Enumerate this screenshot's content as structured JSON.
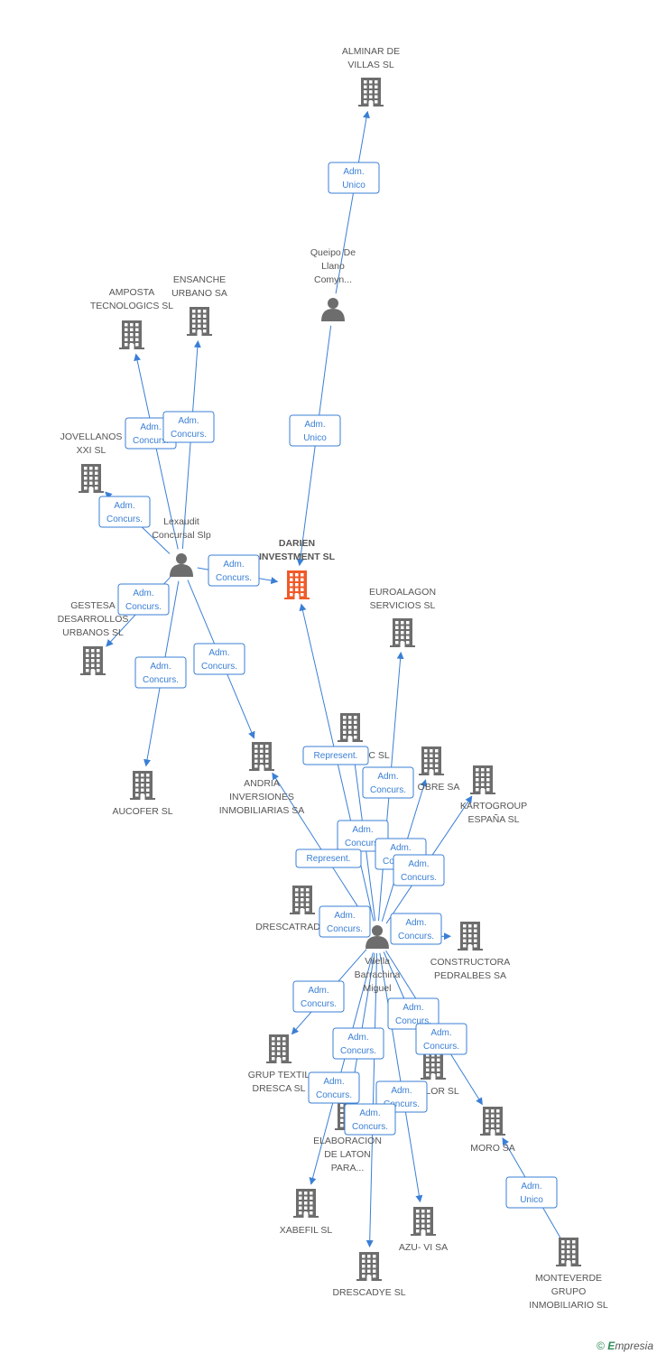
{
  "colors": {
    "building": "#6d6d6d",
    "focus": "#f05a28",
    "person": "#6d6d6d",
    "edge": "#3a7fd5"
  },
  "nodes": [
    {
      "id": "alminar",
      "kind": "company",
      "lines": [
        "ALMINAR DE",
        "VILLAS SL"
      ]
    },
    {
      "id": "queipo",
      "kind": "person",
      "lines": [
        "Queipo De",
        "Llano",
        "Comyn..."
      ]
    },
    {
      "id": "amposta",
      "kind": "company",
      "lines": [
        "AMPOSTA",
        "TECNOLOGICS SL"
      ]
    },
    {
      "id": "ensanche",
      "kind": "company",
      "lines": [
        "ENSANCHE",
        "URBANO SA"
      ]
    },
    {
      "id": "jovellanos",
      "kind": "company",
      "lines": [
        "JOVELLANOS",
        "XXI SL"
      ]
    },
    {
      "id": "lexaudit",
      "kind": "person",
      "lines": [
        "Lexaudit",
        "Concursal Slp"
      ]
    },
    {
      "id": "darien",
      "kind": "focus",
      "lines": [
        "DARIEN",
        "INVESTMENT SL"
      ]
    },
    {
      "id": "euroalagon",
      "kind": "company",
      "lines": [
        "EUROALAGON",
        "SERVICIOS SL"
      ]
    },
    {
      "id": "gestesa",
      "kind": "company",
      "lines": [
        "GESTESA",
        "DESARROLLOS",
        "URBANOS SL"
      ]
    },
    {
      "id": "aucofer",
      "kind": "company",
      "lines": [
        "AUCOFER SL"
      ]
    },
    {
      "id": "andria",
      "kind": "company",
      "lines": [
        "ANDRIA",
        "INVERSIONES",
        "INMOBILIARIAS SA"
      ]
    },
    {
      "id": "csl",
      "kind": "company",
      "lines": [
        "C SL"
      ]
    },
    {
      "id": "cobre",
      "kind": "company",
      "lines": [
        "OBRE SA"
      ]
    },
    {
      "id": "kartogroup",
      "kind": "company",
      "lines": [
        "KARTOGROUP",
        "ESPAÑA SL"
      ]
    },
    {
      "id": "drescatrad",
      "kind": "company",
      "lines": [
        "DRESCATRAD"
      ]
    },
    {
      "id": "vilella",
      "kind": "person",
      "lines": [
        "Vilella",
        "Barrachina",
        "Miguel"
      ]
    },
    {
      "id": "pedralbes",
      "kind": "company",
      "lines": [
        "CONSTRUCTORA",
        "PEDRALBES SA"
      ]
    },
    {
      "id": "gruptextil",
      "kind": "company",
      "lines": [
        "GRUP TEXTIL",
        "DRESCA SL"
      ]
    },
    {
      "id": "color",
      "kind": "company",
      "lines": [
        "OLOR SL"
      ]
    },
    {
      "id": "elaboracion",
      "kind": "company",
      "lines": [
        "ELABORACION",
        "DE LATON",
        "PARA..."
      ]
    },
    {
      "id": "moro",
      "kind": "company",
      "lines": [
        "MORO SA"
      ]
    },
    {
      "id": "xabefil",
      "kind": "company",
      "lines": [
        "XABEFIL SL"
      ]
    },
    {
      "id": "azuvi",
      "kind": "company",
      "lines": [
        "AZU- VI SA"
      ]
    },
    {
      "id": "drescadye",
      "kind": "company",
      "lines": [
        "DRESCADYE SL"
      ]
    },
    {
      "id": "monteverde",
      "kind": "company",
      "lines": [
        "MONTEVERDE",
        "GRUPO",
        "INMOBILIARIO SL"
      ]
    }
  ],
  "edges": [
    {
      "from": "queipo",
      "to": "alminar",
      "label": [
        "Adm.",
        "Unico"
      ]
    },
    {
      "from": "queipo",
      "to": "darien",
      "label": [
        "Adm.",
        "Unico"
      ]
    },
    {
      "from": "lexaudit",
      "to": "amposta",
      "label": [
        "Adm.",
        "Concurs."
      ]
    },
    {
      "from": "lexaudit",
      "to": "ensanche",
      "label": [
        "Adm.",
        "Concurs."
      ]
    },
    {
      "from": "lexaudit",
      "to": "jovellanos",
      "label": [
        "Adm.",
        "Concurs."
      ]
    },
    {
      "from": "lexaudit",
      "to": "darien",
      "label": [
        "Adm.",
        "Concurs."
      ]
    },
    {
      "from": "lexaudit",
      "to": "gestesa",
      "label": [
        "Adm.",
        "Concurs."
      ]
    },
    {
      "from": "lexaudit",
      "to": "aucofer",
      "label": [
        "Adm.",
        "Concurs."
      ]
    },
    {
      "from": "lexaudit",
      "to": "andria",
      "label": [
        "Adm.",
        "Concurs."
      ]
    },
    {
      "from": "vilella",
      "to": "darien",
      "label": [
        "Represent."
      ]
    },
    {
      "from": "vilella",
      "to": "euroalagon",
      "label": [
        "Adm.",
        "Concurs."
      ]
    },
    {
      "from": "vilella",
      "to": "csl",
      "label": [
        "Adm.",
        "Concurs."
      ]
    },
    {
      "from": "vilella",
      "to": "cobre",
      "label": [
        "Adm.",
        "Concurs."
      ]
    },
    {
      "from": "vilella",
      "to": "kartogroup",
      "label": [
        "Adm.",
        "Concurs."
      ]
    },
    {
      "from": "vilella",
      "to": "andria",
      "label": [
        "Represent."
      ]
    },
    {
      "from": "vilella",
      "to": "drescatrad",
      "label": [
        "Adm.",
        "Concurs."
      ]
    },
    {
      "from": "vilella",
      "to": "pedralbes",
      "label": [
        "Adm.",
        "Concurs."
      ]
    },
    {
      "from": "vilella",
      "to": "gruptextil",
      "label": [
        "Adm.",
        "Concurs."
      ]
    },
    {
      "from": "vilella",
      "to": "color",
      "label": [
        "Adm.",
        "Concurs."
      ]
    },
    {
      "from": "vilella",
      "to": "moro",
      "label": [
        "Adm.",
        "Concurs."
      ]
    },
    {
      "from": "vilella",
      "to": "elaboracion",
      "label": [
        "Adm.",
        "Concurs."
      ]
    },
    {
      "from": "vilella",
      "to": "xabefil",
      "label": [
        "Adm.",
        "Concurs."
      ]
    },
    {
      "from": "vilella",
      "to": "azuvi",
      "label": [
        "Adm.",
        "Concurs."
      ]
    },
    {
      "from": "vilella",
      "to": "drescadye",
      "label": [
        "Adm.",
        "Concurs."
      ]
    },
    {
      "from": "monteverde",
      "to": "moro",
      "label": [
        "Adm.",
        "Unico"
      ]
    }
  ],
  "footer": {
    "copyright": "©",
    "brand_first": "E",
    "brand_rest": "mpresia"
  }
}
